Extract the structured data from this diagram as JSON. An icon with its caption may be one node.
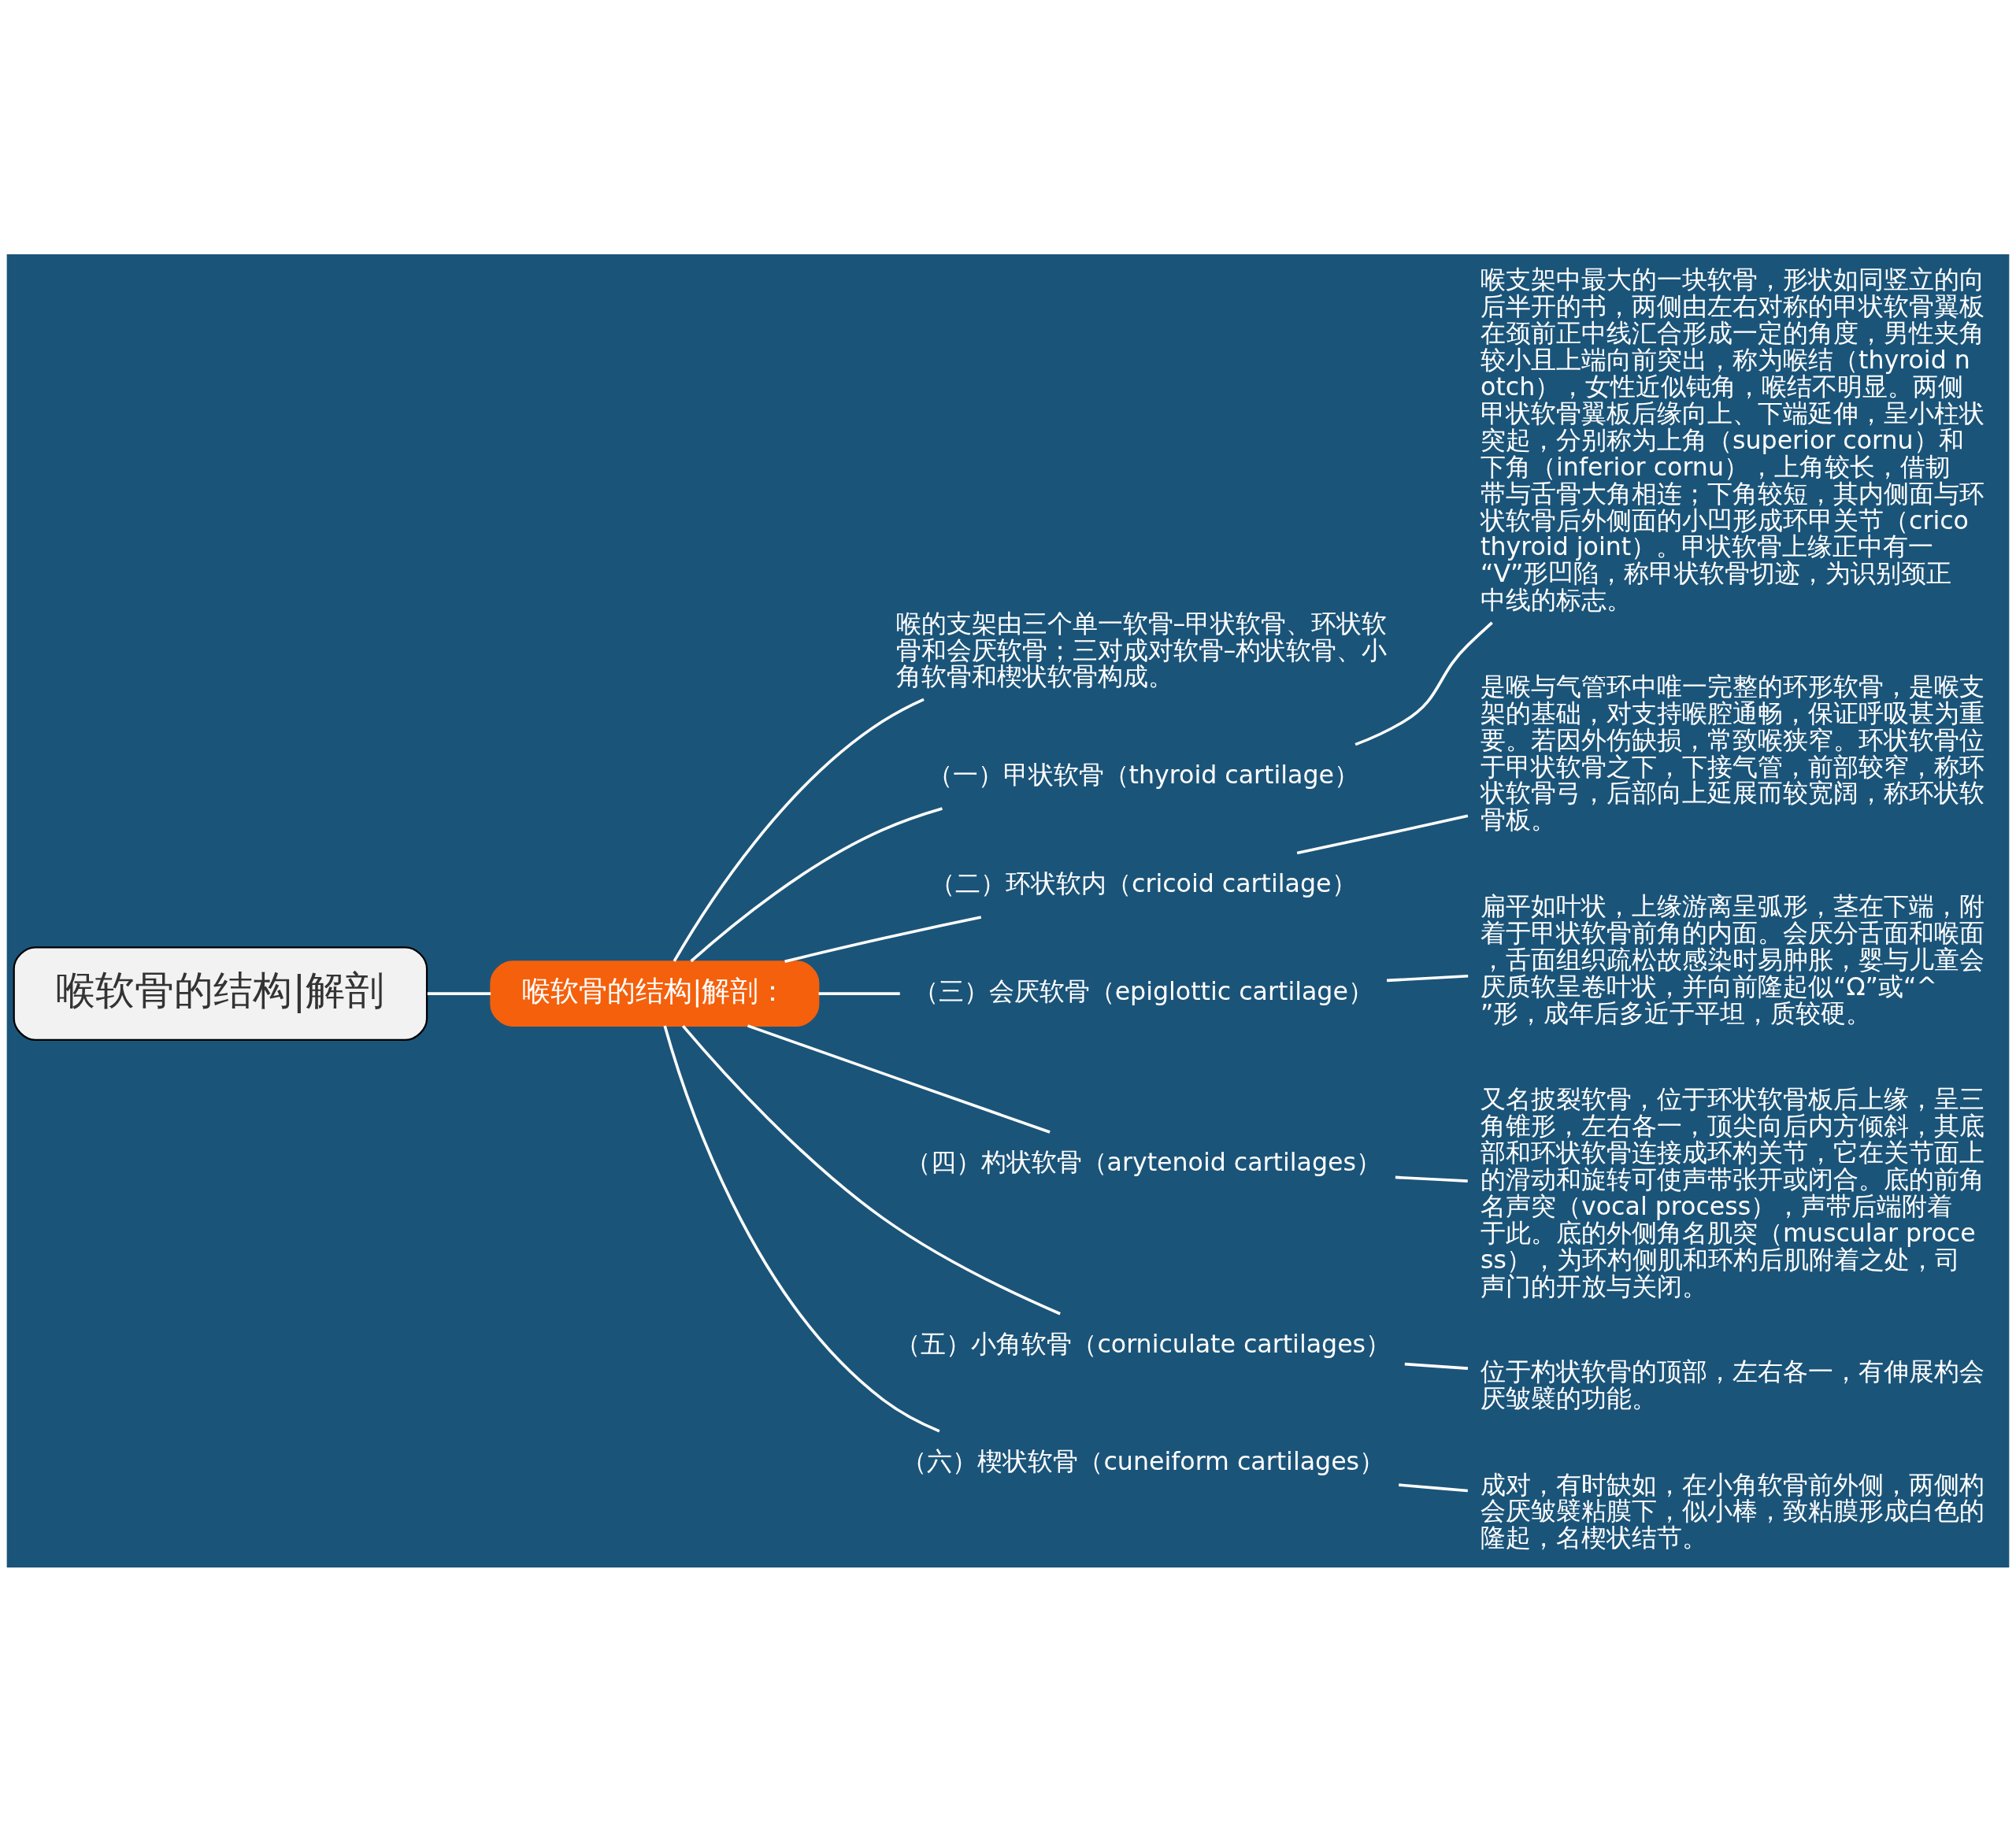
{
  "diagram": {
    "nodes": [
      {
        "text": [
          "喉软骨的结构|解剖"
        ]
      },
      {
        "text": [
          "喉软骨的结构|解剖："
        ]
      },
      {
        "text": [
          "喉的支架由三个单一软骨–甲状软骨、环状软骨和会厌软骨；三对成对软骨–杓状软骨、小角软骨和楔状软骨构成。"
        ]
      },
      {
        "text": [
          "（一）甲状软骨（thyroid cartilage）"
        ]
      },
      {
        "text": [
          "喉支架中最大的一块软骨，形状如同竖立的向后半开的书，两侧由左右对称的甲状软骨翼板在颈前正中线汇合形成一定的角度，男性夹角较小且上端向前突出，称为喉结（thyroid notch），女性近似钝角，喉结不明显。两侧甲状软骨翼板后缘向上、下端延伸，呈小柱状突起，分别称为上角（superior cornu）和下角（inferior cornu），上角较长，借韧带与舌骨大角相连；下角较短，其内侧面与环状软骨后外侧面的小凹形成环甲关节（cricothyroid joint）。甲状软骨上缘正中有一“V”形凹陷，称甲状软骨切迹，为识别颈正中线的标志。"
        ]
      },
      {
        "text": [
          "（二）环状软内（cricoid cartilage）"
        ]
      },
      {
        "text": [
          "是喉与气管环中唯一完整的环形软骨，是喉支架的基础，对支持喉腔通畅，保证呼吸甚为重要。若因外伤缺损，常致喉狭窄。环状软骨位于甲状软骨之下，下接气管，前部较窄，称环状软骨弓，后部向上延展而较宽阔，称环状软骨板。"
        ]
      },
      {
        "text": [
          "（三）会厌软骨（epiglottic cartilage）"
        ]
      },
      {
        "text": [
          "扁平如叶状，上缘游离呈弧形，茎在下端，附着于甲状软骨前角的内面。会厌分舌面和喉面，舌面组织疏松故感染时易肿胀，婴与儿童会厌质软呈卷叶状，并向前隆起似“Ω”或“^”形，成年后多近于平坦，质较硬。"
        ]
      },
      {
        "text": [
          "（四）杓状软骨（arytenoid cartilages）"
        ]
      },
      {
        "text": [
          "又名披裂软骨，位于环状软骨板后上缘，呈三角锥形，左右各一，顶尖向后内方倾斜，其底部和环状软骨连接成环杓关节，它在关节面上的滑动和旋转可使声带张开或闭合。底的前角名声突（vocal process），声带后端附着于此。底的外侧角名肌突（muscular process），为环杓侧肌和环杓后肌附着之处，司声门的开放与关闭。"
        ]
      },
      {
        "text": [
          "（五）小角软骨（corniculate cartilages）"
        ]
      },
      {
        "text": [
          "位于杓状软骨的顶部，左右各一，有伸展杓会厌皱襞的功能。"
        ]
      },
      {
        "text": [
          "（六）楔状软骨（cuneiform cartilages）"
        ]
      },
      {
        "text": [
          "成对，有时缺如，在小角软骨前外侧，两侧杓会厌皱襞粘膜下，似小棒，致粘膜形成白色的隆起，名楔状结节。"
        ]
      }
    ],
    "edges": [
      {
        "from": 0,
        "to": 1,
        "arrow": "none"
      },
      {
        "from": 1,
        "to": 2,
        "arrow": "none"
      },
      {
        "from": 1,
        "to": 3,
        "arrow": "none"
      },
      {
        "from": 3,
        "to": 4,
        "arrow": "none"
      },
      {
        "from": 1,
        "to": 5,
        "arrow": "none"
      },
      {
        "from": 5,
        "to": 6,
        "arrow": "none"
      },
      {
        "from": 1,
        "to": 7,
        "arrow": "none"
      },
      {
        "from": 7,
        "to": 8,
        "arrow": "none"
      },
      {
        "from": 1,
        "to": 9,
        "arrow": "none"
      },
      {
        "from": 9,
        "to": 10,
        "arrow": "none"
      },
      {
        "from": 1,
        "to": 11,
        "arrow": "none"
      },
      {
        "from": 11,
        "to": 12,
        "arrow": "none"
      },
      {
        "from": 1,
        "to": 13,
        "arrow": "none"
      },
      {
        "from": 13,
        "to": 14,
        "arrow": "none"
      }
    ]
  }
}
